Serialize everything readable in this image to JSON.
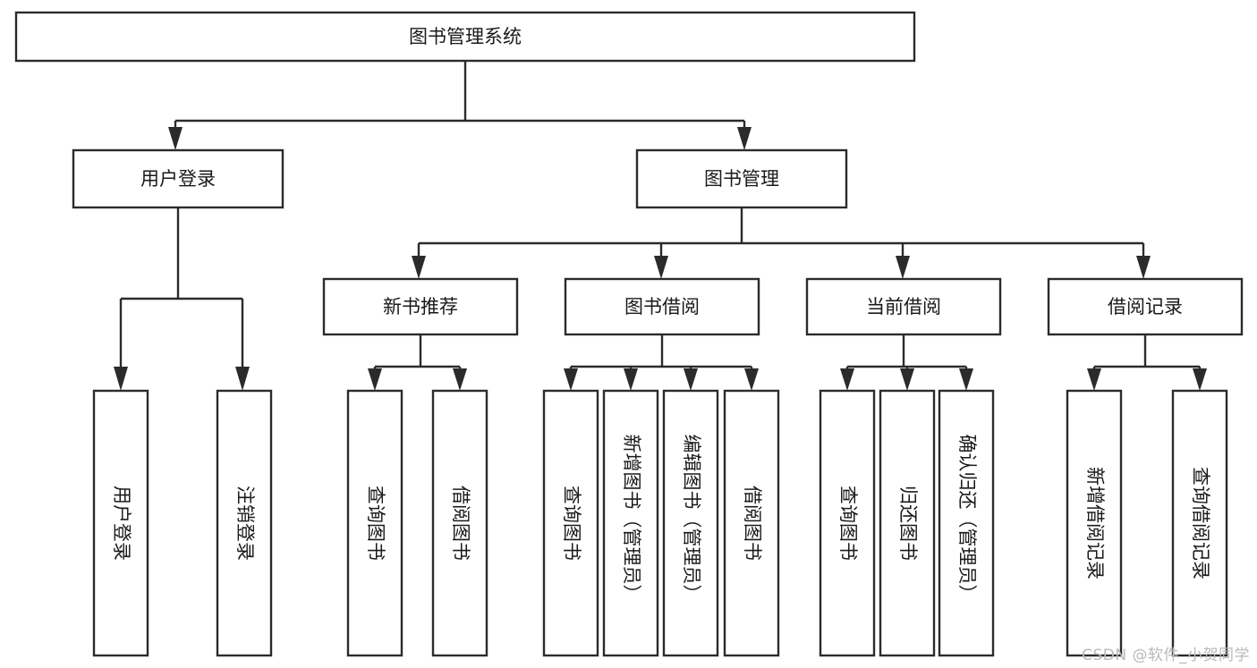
{
  "diagram": {
    "type": "tree-hierarchy",
    "title": "图书管理系统",
    "orientation": "top-down",
    "colors": {
      "box_stroke": "#2b2b2b",
      "box_fill": "#ffffff",
      "connector": "#2b2b2b",
      "text": "#1a1a1a",
      "background": "#ffffff",
      "watermark": "#b9b9b9"
    },
    "levels": {
      "root": {
        "label": "图书管理系统"
      },
      "level2": [
        {
          "id": "user-login",
          "label": "用户登录"
        },
        {
          "id": "book-manage",
          "label": "图书管理"
        }
      ],
      "level3": [
        {
          "id": "new-book-recommend",
          "label": "新书推荐",
          "parent": "book-manage"
        },
        {
          "id": "book-borrow",
          "label": "图书借阅",
          "parent": "book-manage"
        },
        {
          "id": "current-borrow",
          "label": "当前借阅",
          "parent": "book-manage"
        },
        {
          "id": "borrow-record",
          "label": "借阅记录",
          "parent": "book-manage"
        }
      ],
      "leaves": {
        "user-login": [
          {
            "id": "leaf-user-login",
            "label": "用户登录"
          },
          {
            "id": "leaf-logout",
            "label": "注销登录"
          }
        ],
        "new-book-recommend": [
          {
            "id": "leaf-query-book-1",
            "label": "查询图书"
          },
          {
            "id": "leaf-borrow-book-1",
            "label": "借阅图书"
          }
        ],
        "book-borrow": [
          {
            "id": "leaf-query-book-2",
            "label": "查询图书"
          },
          {
            "id": "leaf-add-book",
            "label": "新增图书（管理员）"
          },
          {
            "id": "leaf-edit-book",
            "label": "编辑图书（管理员）"
          },
          {
            "id": "leaf-borrow-book-2",
            "label": "借阅图书"
          }
        ],
        "current-borrow": [
          {
            "id": "leaf-query-book-3",
            "label": "查询图书"
          },
          {
            "id": "leaf-return-book",
            "label": "归还图书"
          },
          {
            "id": "leaf-confirm-return",
            "label": "确认归还（管理员）"
          }
        ],
        "borrow-record": [
          {
            "id": "leaf-add-record",
            "label": "新增借阅记录"
          },
          {
            "id": "leaf-query-record",
            "label": "查询借阅记录"
          }
        ]
      }
    },
    "watermark": "CSDN @软件_小贺同学"
  }
}
